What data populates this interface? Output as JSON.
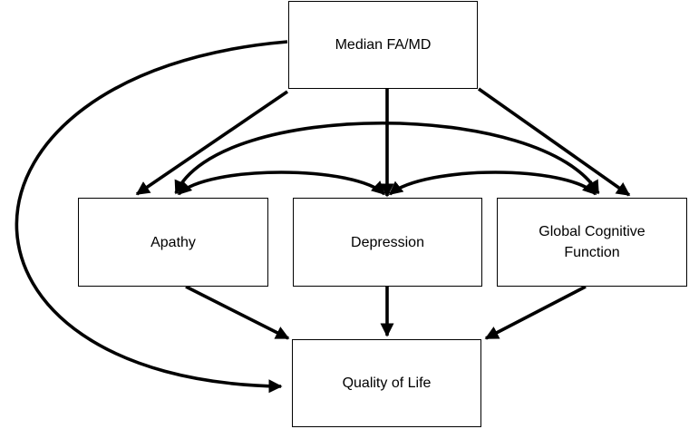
{
  "diagram": {
    "line_color": "#000000",
    "nodes": {
      "median": {
        "label": "Median FA/MD"
      },
      "apathy": {
        "label": "Apathy"
      },
      "depression": {
        "label": "Depression"
      },
      "cognitive": {
        "label": "Global Cognitive\nFunction"
      },
      "qol": {
        "label": "Quality of Life"
      }
    },
    "edges": [
      {
        "from": "median",
        "to": "apathy",
        "direction": "forward"
      },
      {
        "from": "median",
        "to": "depression",
        "direction": "forward"
      },
      {
        "from": "median",
        "to": "cognitive",
        "direction": "forward"
      },
      {
        "from": "median",
        "to": "qol",
        "direction": "forward"
      },
      {
        "from": "apathy",
        "to": "depression",
        "direction": "both"
      },
      {
        "from": "depression",
        "to": "cognitive",
        "direction": "both"
      },
      {
        "from": "apathy",
        "to": "cognitive",
        "direction": "both"
      },
      {
        "from": "apathy",
        "to": "qol",
        "direction": "forward"
      },
      {
        "from": "depression",
        "to": "qol",
        "direction": "forward"
      },
      {
        "from": "cognitive",
        "to": "qol",
        "direction": "forward"
      }
    ]
  }
}
